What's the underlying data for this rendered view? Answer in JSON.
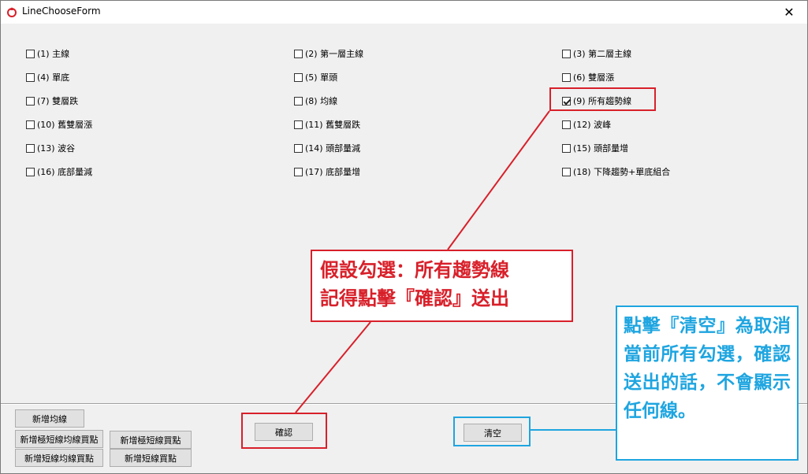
{
  "window": {
    "title": "LineChooseForm",
    "close_symbol": "✕"
  },
  "checkboxes": [
    {
      "label": "(1) 主線",
      "checked": false
    },
    {
      "label": "(2) 第一層主線",
      "checked": false
    },
    {
      "label": "(3) 第二層主線",
      "checked": false
    },
    {
      "label": "(4) 單底",
      "checked": false
    },
    {
      "label": "(5) 單頭",
      "checked": false
    },
    {
      "label": "(6) 雙層漲",
      "checked": false
    },
    {
      "label": "(7) 雙層跌",
      "checked": false
    },
    {
      "label": "(8) 均線",
      "checked": false
    },
    {
      "label": "(9) 所有趨勢線",
      "checked": true
    },
    {
      "label": "(10) 舊雙層漲",
      "checked": false
    },
    {
      "label": "(11) 舊雙層跌",
      "checked": false
    },
    {
      "label": "(12) 波峰",
      "checked": false
    },
    {
      "label": "(13) 波谷",
      "checked": false
    },
    {
      "label": "(14) 頭部量減",
      "checked": false
    },
    {
      "label": "(15) 頭部量增",
      "checked": false
    },
    {
      "label": "(16) 底部量減",
      "checked": false
    },
    {
      "label": "(17) 底部量增",
      "checked": false
    },
    {
      "label": "(18) 下降趨勢+單底組合",
      "checked": false
    }
  ],
  "buttons": {
    "add_ma": "新增均線",
    "add_ultra_short_ma_buy": "新增極短線均線買點",
    "add_ultra_short_buy": "新增極短線買點",
    "add_short_ma_buy": "新增短線均線買點",
    "add_short_buy": "新增短線買點",
    "confirm": "確認",
    "clear": "清空"
  },
  "annotations": {
    "red_line1": "假設勾選：所有趨勢線",
    "red_line2": "記得點擊『確認』送出",
    "blue_text": "點擊『清空』為取消當前所有勾選，確認送出的話，不會顯示任何線。",
    "red_color": "#d8202a",
    "blue_color": "#1ea5e0"
  }
}
